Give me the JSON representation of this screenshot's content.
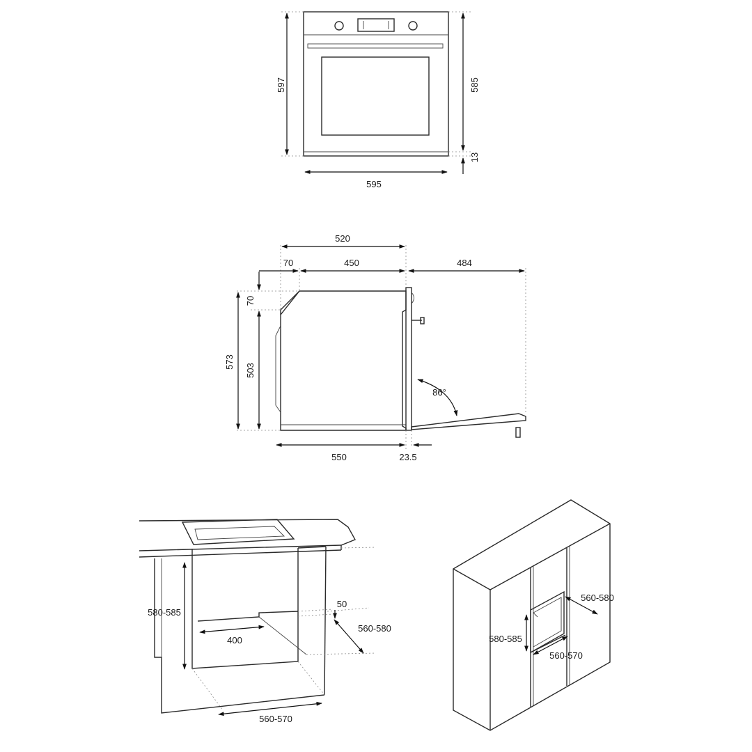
{
  "front_view": {
    "height": "597",
    "body_height": "585",
    "plinth": "13",
    "width": "595"
  },
  "side_view": {
    "depth_total": "520",
    "front_step": "70",
    "body_depth": "450",
    "door_open": "484",
    "top_step": "70",
    "height": "573",
    "inner_height": "503",
    "depth": "550",
    "door_thickness": "23.5",
    "door_angle": "86°"
  },
  "under_counter": {
    "niche_height": "580-585",
    "vent_gap": "50",
    "vent_width": "400",
    "depth": "560-580",
    "width": "560-570"
  },
  "column": {
    "depth": "560-580",
    "niche_height": "580-585",
    "width": "560-570"
  }
}
